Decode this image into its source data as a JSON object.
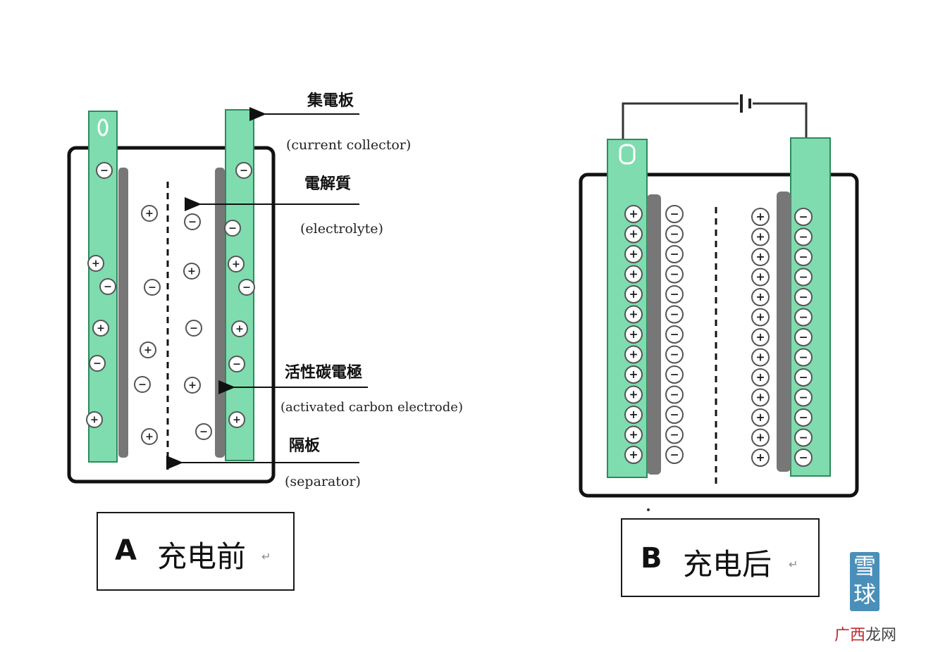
{
  "panel_a": {
    "letter": "A",
    "caption": "充电前",
    "labels": {
      "collector_cn": "集電板",
      "collector_en": "(current collector)",
      "electrolyte_cn": "電解質",
      "electrolyte_en": "(electrolyte)",
      "electrode_cn": "活性碳電極",
      "electrode_en": "(activated carbon electrode)",
      "separator_cn": "隔板",
      "separator_en": "(separator)"
    }
  },
  "panel_b": {
    "letter": "B",
    "caption": "充电后"
  },
  "watermarks": {
    "snowball_1": "雪",
    "snowball_2": "球",
    "site_red": "广西",
    "site_gray": "龙网"
  },
  "colors": {
    "collector": "#7fdcaf",
    "electrode": "#777777",
    "outline": "#111111"
  },
  "symbols": {
    "positive": "+",
    "negative": "−"
  }
}
